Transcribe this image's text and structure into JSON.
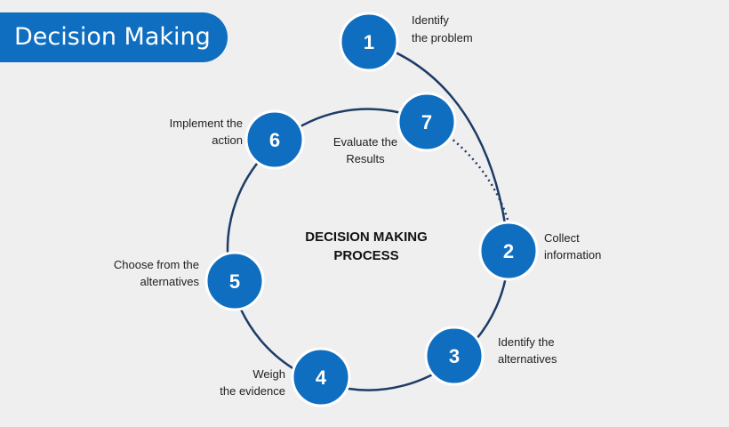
{
  "header": {
    "title": "Decision Making"
  },
  "diagram": {
    "center_title_lines": [
      "DECISION MAKING",
      "PROCESS"
    ],
    "colors": {
      "node_fill": "#0f6ec0",
      "node_border": "#ffffff",
      "ring": "#1d3c66",
      "badge": "#0f6ec0"
    },
    "steps": [
      {
        "number": "1",
        "label_lines": [
          "Identify",
          "the problem"
        ]
      },
      {
        "number": "2",
        "label_lines": [
          "Collect",
          "information"
        ]
      },
      {
        "number": "3",
        "label_lines": [
          "Identify the",
          "alternatives"
        ]
      },
      {
        "number": "4",
        "label_lines": [
          "Weigh",
          "the evidence"
        ]
      },
      {
        "number": "5",
        "label_lines": [
          "Choose from the",
          "alternatives"
        ]
      },
      {
        "number": "6",
        "label_lines": [
          "Implement the",
          "action"
        ]
      },
      {
        "number": "7",
        "label_lines": [
          "Evaluate the",
          "Results"
        ]
      }
    ]
  }
}
